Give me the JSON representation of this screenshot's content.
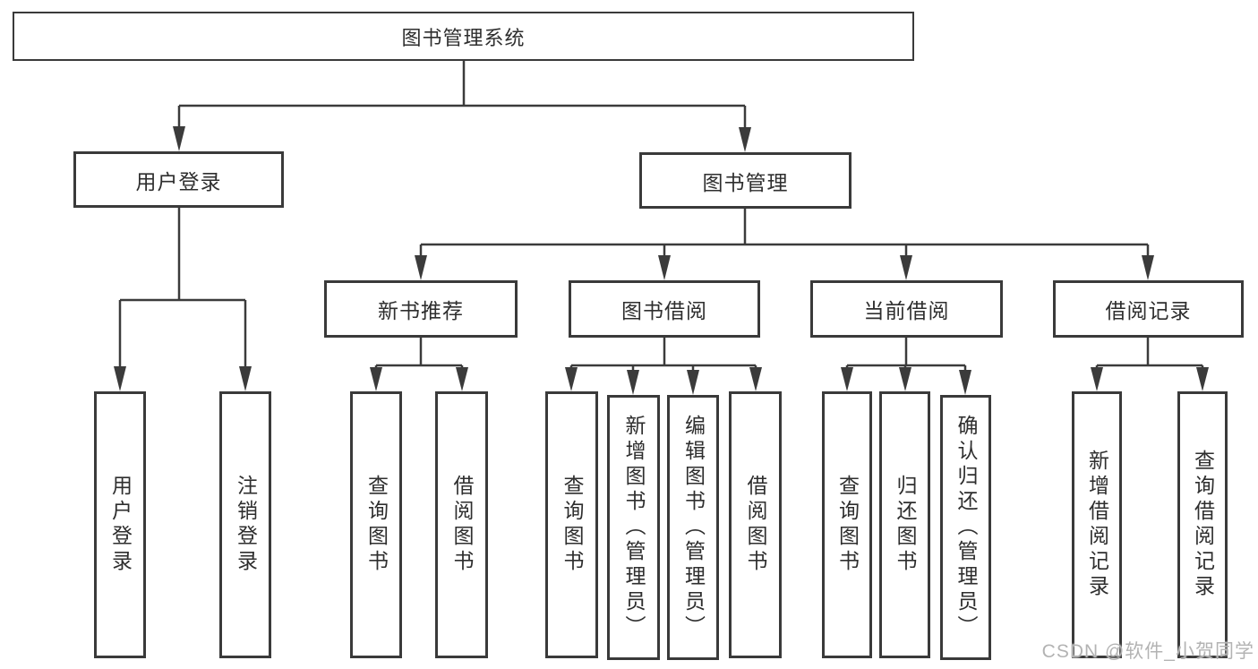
{
  "diagram": {
    "tree": {
      "label": "图书管理系统",
      "children": [
        {
          "label": "用户登录",
          "children": [
            {
              "label": "用户登录"
            },
            {
              "label": "注销登录"
            }
          ]
        },
        {
          "label": "图书管理",
          "children": [
            {
              "label": "新书推荐",
              "children": [
                {
                  "label": "查询图书"
                },
                {
                  "label": "借阅图书"
                }
              ]
            },
            {
              "label": "图书借阅",
              "children": [
                {
                  "label": "查询图书"
                },
                {
                  "label": "新增图书（管理员）"
                },
                {
                  "label": "编辑图书（管理员）"
                },
                {
                  "label": "借阅图书"
                }
              ]
            },
            {
              "label": "当前借阅",
              "children": [
                {
                  "label": "查询图书"
                },
                {
                  "label": "归还图书"
                },
                {
                  "label": "确认归还（管理员）"
                }
              ]
            },
            {
              "label": "借阅记录",
              "children": [
                {
                  "label": "新增借阅记录"
                },
                {
                  "label": "查询借阅记录"
                }
              ]
            }
          ]
        }
      ]
    },
    "watermark": "CSDN @软件_小贺同学",
    "colors": {
      "line": "#3b3b3b",
      "box_border": "#3a3a3a",
      "text": "#2e2e2e",
      "watermark": "#b3b3b3",
      "background": "#ffffff"
    }
  }
}
